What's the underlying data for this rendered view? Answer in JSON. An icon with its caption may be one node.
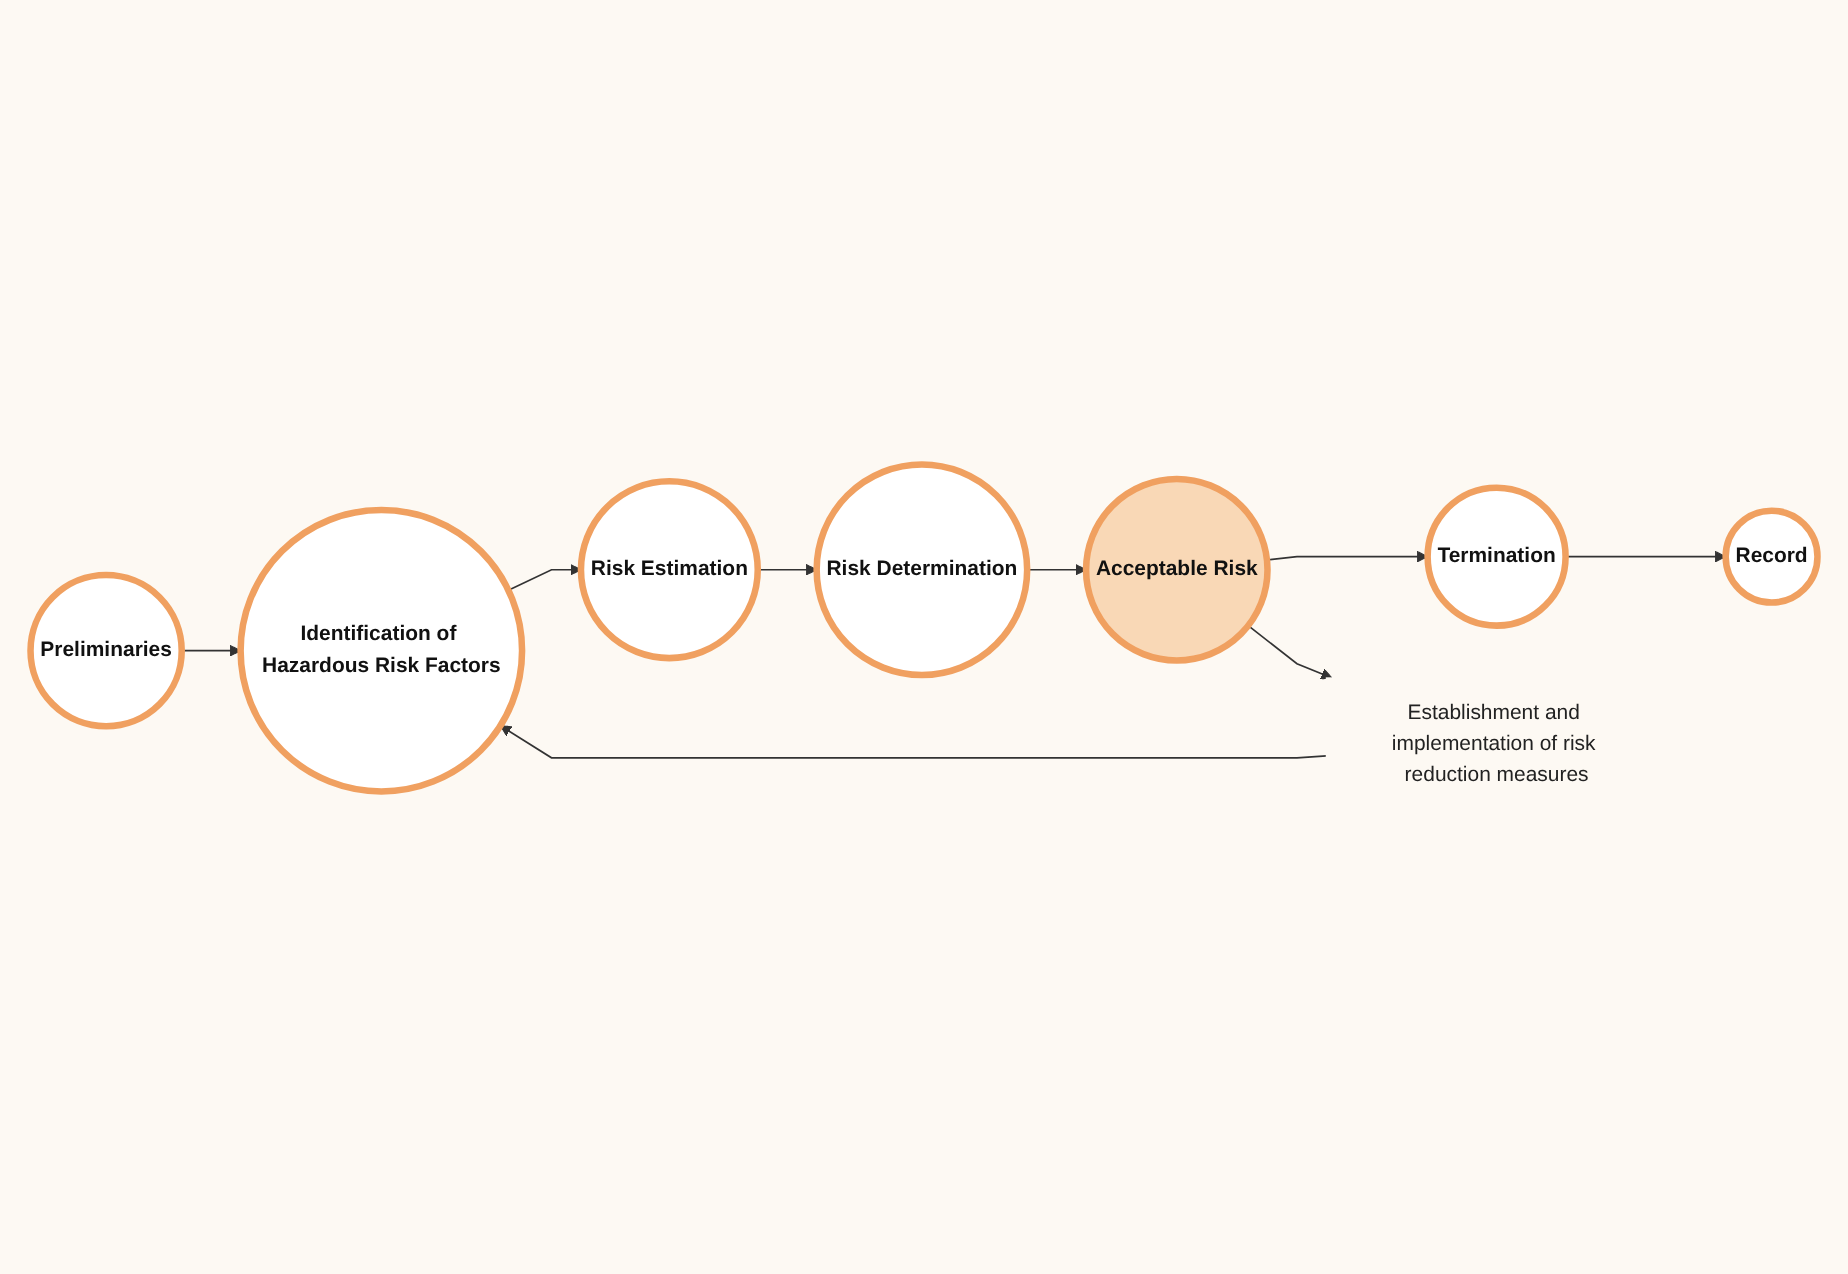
{
  "diagram": {
    "nodes": [
      {
        "text": [
          "Preliminaries"
        ]
      },
      {
        "text": [
          "Identification of Hazardous Risk Factors"
        ]
      },
      {
        "text": [
          "Risk Estimation"
        ]
      },
      {
        "text": [
          "Risk Determination"
        ]
      },
      {
        "text": [
          "Acceptable Risk"
        ]
      },
      {
        "text": [
          "Termination"
        ]
      },
      {
        "text": [
          "Record"
        ]
      },
      {
        "text": [
          "Establishment and implementation of risk reduction measures"
        ]
      }
    ],
    "edges": [
      {
        "from": 0,
        "to": 1,
        "arrow": "to"
      },
      {
        "from": 1,
        "to": 2,
        "arrow": "to"
      },
      {
        "from": 2,
        "to": 3,
        "arrow": "to"
      },
      {
        "from": 3,
        "to": 4,
        "arrow": "to"
      },
      {
        "from": 4,
        "to": 5,
        "arrow": "to"
      },
      {
        "from": 5,
        "to": 6,
        "arrow": "to"
      },
      {
        "from": 4,
        "to": 7,
        "arrow": "to"
      },
      {
        "from": 7,
        "to": 1,
        "arrow": "to"
      }
    ]
  }
}
